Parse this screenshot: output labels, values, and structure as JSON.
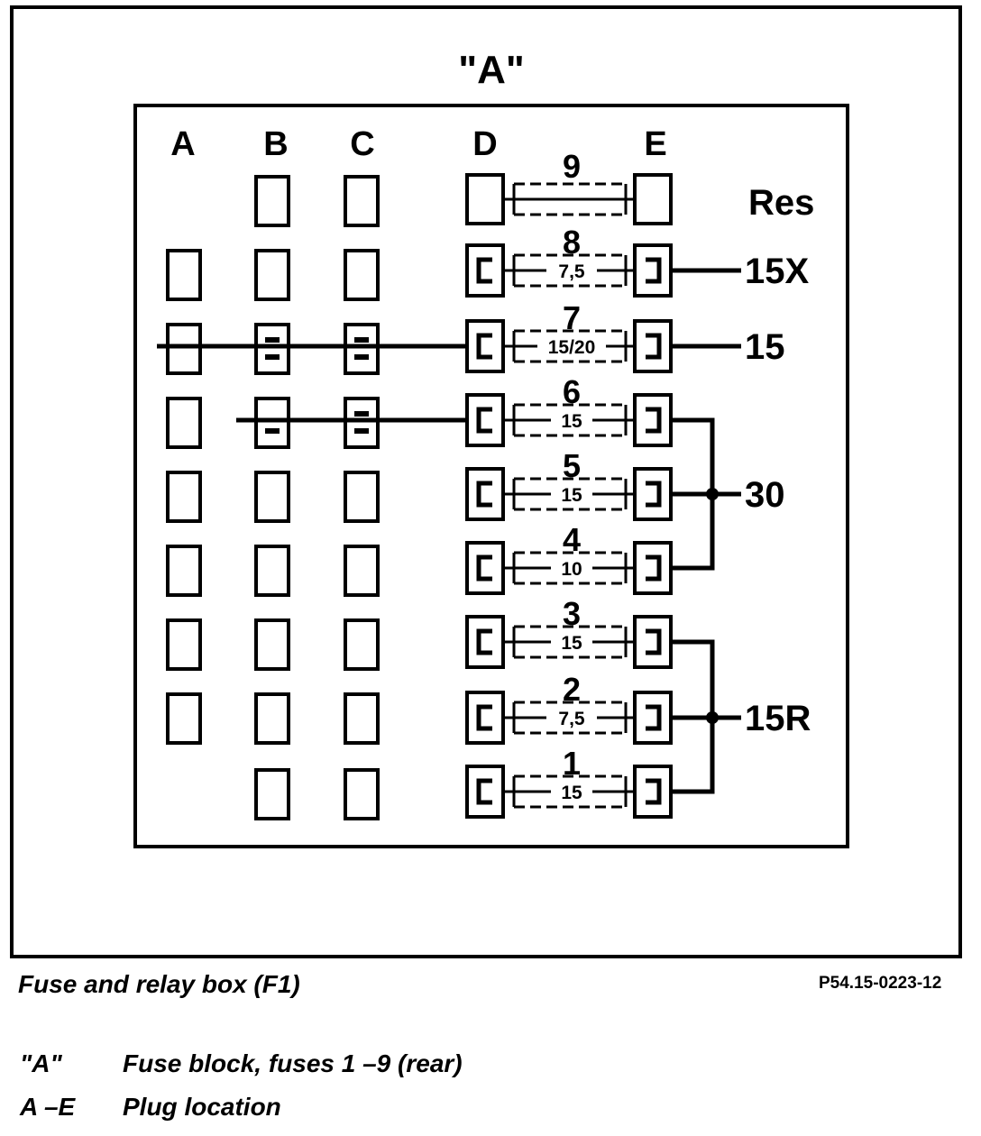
{
  "block_title": "\"A\"",
  "columns": [
    "A",
    "B",
    "C",
    "D",
    "E"
  ],
  "fuses": [
    {
      "number": "9",
      "rating": "",
      "terminal": "Res"
    },
    {
      "number": "8",
      "rating": "7,5",
      "terminal": "15X"
    },
    {
      "number": "7",
      "rating": "15/20",
      "terminal": "15"
    },
    {
      "number": "6",
      "rating": "15",
      "terminal": ""
    },
    {
      "number": "5",
      "rating": "15",
      "terminal": "30"
    },
    {
      "number": "4",
      "rating": "10",
      "terminal": ""
    },
    {
      "number": "3",
      "rating": "15",
      "terminal": ""
    },
    {
      "number": "2",
      "rating": "7,5",
      "terminal": "15R"
    },
    {
      "number": "1",
      "rating": "15",
      "terminal": ""
    }
  ],
  "caption": {
    "title": "Fuse and relay box (F1)",
    "code": "P54.15-0223-12"
  },
  "legend": [
    {
      "key": "\"A\"",
      "text": "Fuse block, fuses 1 –9 (rear)"
    },
    {
      "key": "A –E",
      "text": "Plug location"
    }
  ]
}
